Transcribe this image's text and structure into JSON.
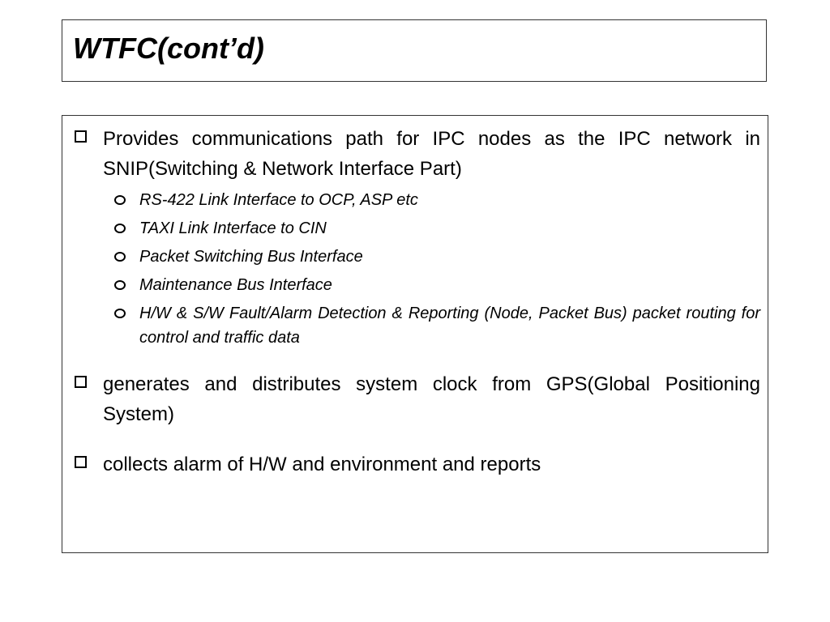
{
  "slide": {
    "title": "WTFC(cont’d)",
    "bullets": [
      {
        "icon": "hollow-square",
        "text": "Provides communications path for IPC nodes as the IPC network in SNIP(Switching & Network Interface Part)",
        "sub_bullets": [
          {
            "icon": "hollow-circle",
            "text": "RS-422 Link Interface to OCP, ASP etc"
          },
          {
            "icon": "hollow-circle",
            "text": "TAXI Link Interface to CIN"
          },
          {
            "icon": "hollow-circle",
            "text": "Packet Switching Bus Interface"
          },
          {
            "icon": "hollow-circle",
            "text": "Maintenance Bus Interface"
          },
          {
            "icon": "hollow-circle",
            "text": "H/W & S/W Fault/Alarm Detection & Reporting (Node, Packet Bus) packet routing for control and traffic data"
          }
        ]
      },
      {
        "icon": "hollow-square",
        "text": "generates and distributes system clock from GPS(Global Positioning System)"
      },
      {
        "icon": "hollow-square",
        "text": "collects alarm of H/W and environment and reports"
      }
    ]
  }
}
